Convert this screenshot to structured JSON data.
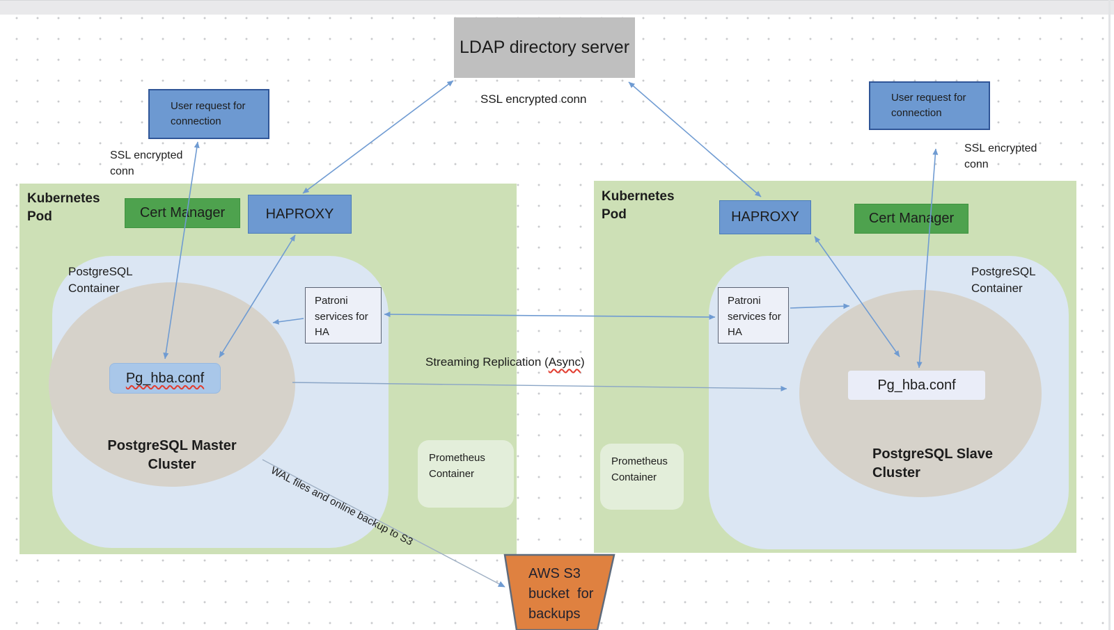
{
  "colors": {
    "pod_green": "#cde0b6",
    "container_blue": "#dbe6f3",
    "cluster_gray": "#d6d2ca",
    "cert_green": "#4ea24e",
    "proxy_blue": "#6d99d1",
    "proxy_border": "#4a7cb8",
    "user_request_border": "#2f5597",
    "ldap_gray": "#bfbfbf",
    "pg_hba_blue": "#a9c7e9",
    "pg_hba_light": "#eaedf8",
    "patroni_fill": "#edf0f8",
    "patroni_border": "#5a6273",
    "prometheus_green": "#e3eeda",
    "s3_orange": "#df8140",
    "s3_border": "#5f6b7c",
    "arrow_blue": "#6f9bd2",
    "wal_gray": "#9fb0c4",
    "squiggle_red": "#e23b2e"
  },
  "nodes": {
    "ldap_server": "LDAP directory server",
    "ssl_conn_center": "SSL encrypted conn",
    "user_request_left": "User request for connection",
    "ssl_conn_left": "SSL encrypted conn",
    "kubernetes_pod_left": "Kubernetes Pod",
    "cert_manager_left": "Cert Manager",
    "haproxy_left": "HAPROXY",
    "postgresql_container_left": "PostgreSQL Container",
    "pg_hba_master": "Pg_hba.conf",
    "master_cluster": "PostgreSQL Master Cluster",
    "patroni_left": "Patroni services for HA",
    "prometheus_left": "Prometheus Container",
    "streaming_replication": {
      "prefix": "Streaming Replication (",
      "async": "Async",
      "suffix": ")"
    },
    "wal_label": "WAL files and online backup to S3",
    "kubernetes_pod_right": "Kubernetes Pod",
    "haproxy_right": "HAPROXY",
    "cert_manager_right": "Cert Manager",
    "postgresql_container_right": "PostgreSQL Container",
    "pg_hba_slave": "Pg_hba.conf",
    "slave_cluster": "PostgreSQL Slave Cluster",
    "patroni_right": "Patroni services for HA",
    "prometheus_right": "Prometheus Container",
    "user_request_right": "User request for connection",
    "ssl_conn_right": "SSL encrypted conn",
    "s3_bucket": {
      "lines": [
        "AWS S3",
        "bucket  for",
        "backups"
      ]
    }
  }
}
